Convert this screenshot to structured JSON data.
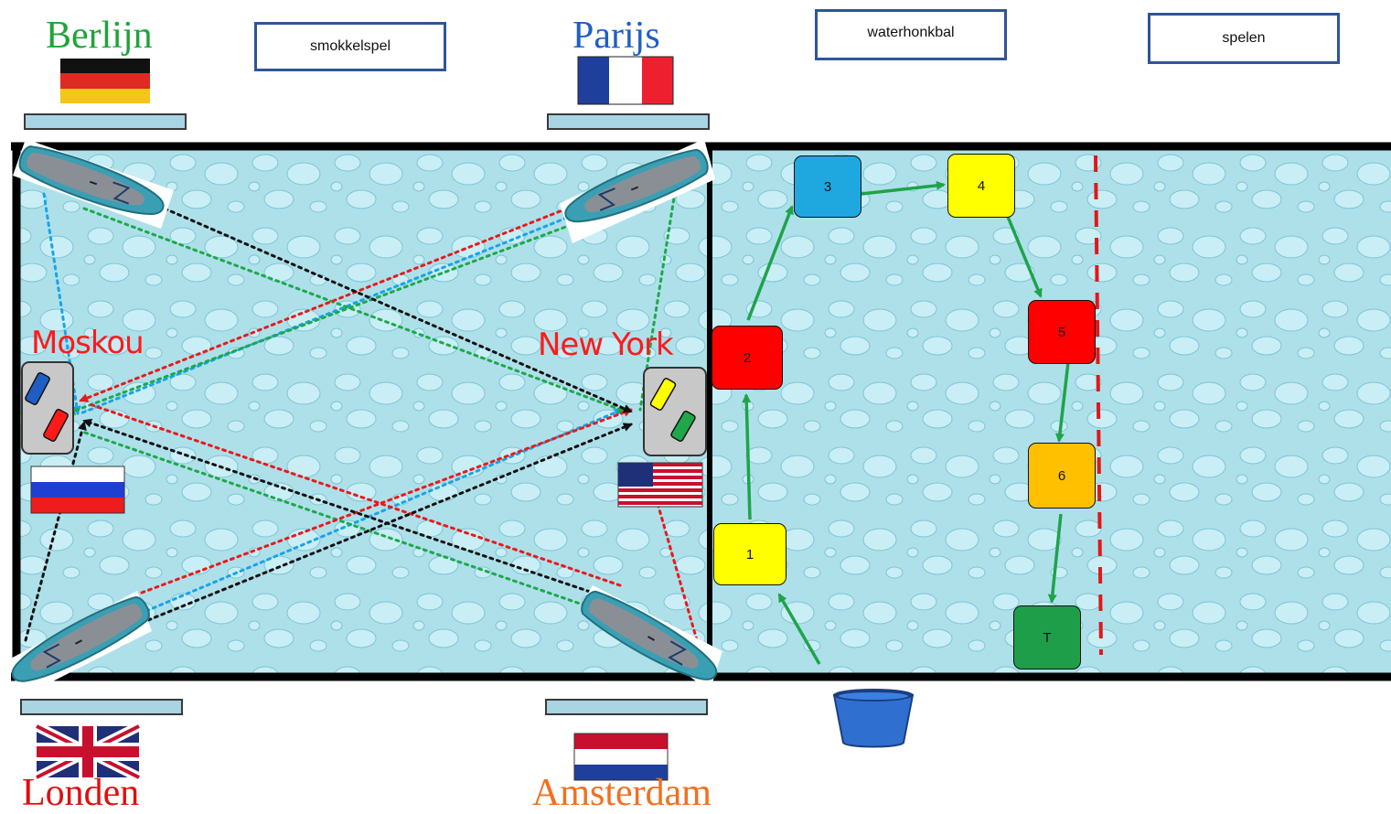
{
  "header": {
    "tabs": [
      {
        "label": "smokkelspel"
      },
      {
        "label": "waterhonkbal"
      },
      {
        "label": "spelen"
      }
    ]
  },
  "smuggling_game": {
    "cities": {
      "berlin": "Berlijn",
      "paris": "Parijs",
      "moscow": "Moskou",
      "new_york": "New York",
      "london": "Londen",
      "amsterdam": "Amsterdam"
    },
    "city_colors": {
      "berlin": "#1fa33b",
      "paris": "#1f5fc4",
      "moscow": "#ff1a1a",
      "new_york": "#ff1a1a",
      "london": "#e01010",
      "amsterdam": "#f07020"
    }
  },
  "water_baseball": {
    "bases": [
      {
        "label": "1",
        "color": "#ffff00"
      },
      {
        "label": "2",
        "color": "#ff0000"
      },
      {
        "label": "3",
        "color": "#1fa8e0"
      },
      {
        "label": "4",
        "color": "#ffff00"
      },
      {
        "label": "5",
        "color": "#ff0000"
      },
      {
        "label": "6",
        "color": "#ffc000"
      },
      {
        "label": "T",
        "color": "#1f9e4a"
      }
    ],
    "arrow_color": "#1fa34a",
    "line_color": "#e01818"
  },
  "colors": {
    "water": "#aee0ea",
    "bench": "#a9d4e4",
    "tab_border": "#2f5597",
    "dot_blue": "#1aa3e8",
    "dot_green": "#1ea84a",
    "dot_red": "#e81a1a",
    "dot_black": "#111111"
  }
}
